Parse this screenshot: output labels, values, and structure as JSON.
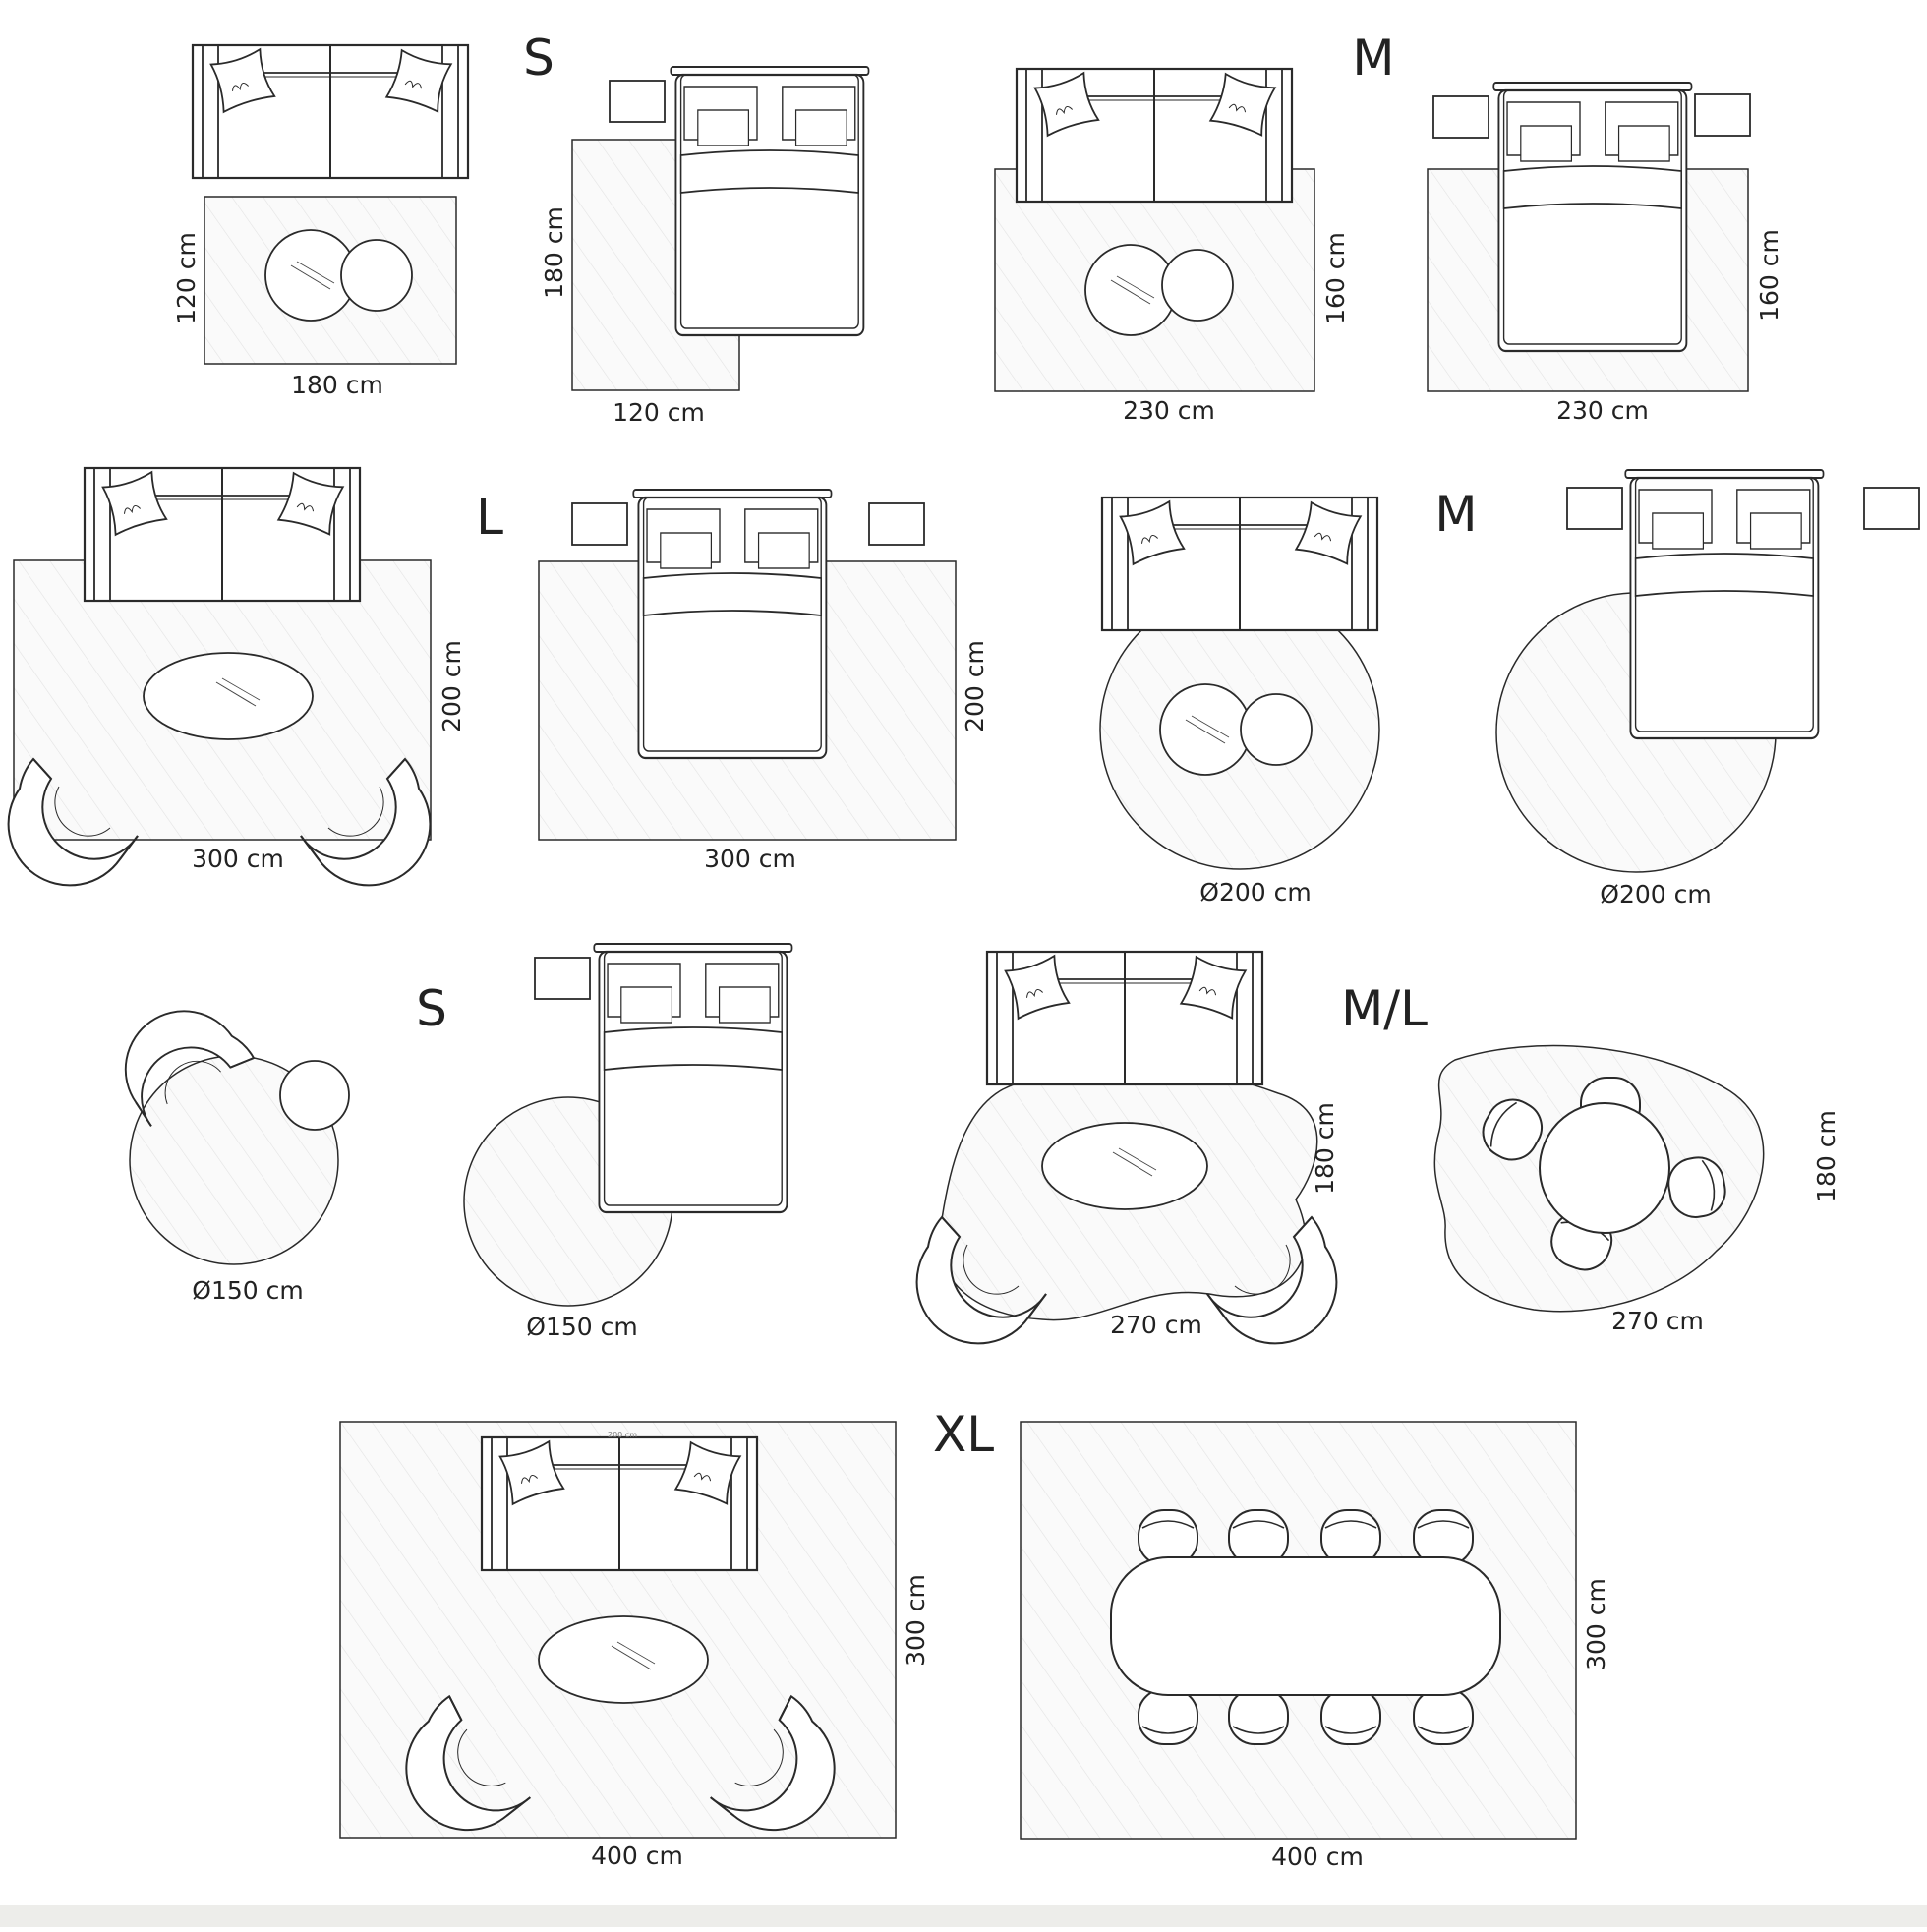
{
  "colors": {
    "line": "#2a2a2a",
    "rug_fill": "#fafafa",
    "hatch": "#e2e2e2",
    "footer": "#ededea"
  },
  "size_labels": [
    "S",
    "M",
    "L",
    "M",
    "S",
    "M/L",
    "XL"
  ],
  "dimension_labels": [
    "120 cm",
    "180 cm",
    "180 cm",
    "120 cm",
    "160 cm",
    "230 cm",
    "160 cm",
    "230 cm",
    "200 cm",
    "300 cm",
    "200 cm",
    "300 cm",
    "Ø200 cm",
    "Ø200 cm",
    "Ø150 cm",
    "Ø150 cm",
    "180 cm",
    "270 cm",
    "180 cm",
    "270 cm",
    "300 cm",
    "400 cm",
    "300 cm",
    "400 cm"
  ],
  "sofa_width_note": "200 cm",
  "icons": [
    "rug",
    "sofa",
    "bed",
    "nightstand",
    "pillow",
    "coffee-table",
    "armchair",
    "dining-table",
    "dining-chair"
  ]
}
